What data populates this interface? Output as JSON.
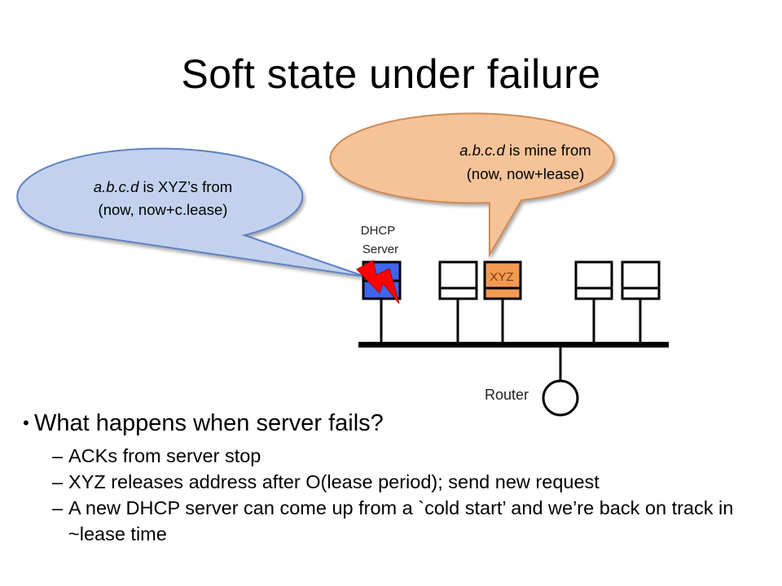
{
  "slide": {
    "title": "Soft state under failure"
  },
  "diagram": {
    "bubble_left": {
      "italic": "a.b.c.d",
      "line1_rest": " is XYZ’s from",
      "line2": "(now, now+c.lease)",
      "fill": "#c2d2ee",
      "stroke": "#5f82c3"
    },
    "bubble_right": {
      "italic": "a.b.c.d",
      "line1_rest": " is mine from",
      "line2": "(now, now+lease)",
      "fill": "#f6c398",
      "stroke": "#cf8a57"
    },
    "dhcp_label_1": "DHCP",
    "dhcp_label_2": "Server",
    "xyz_label": "XYZ",
    "router_label": "Router",
    "colors": {
      "server": "#3f65ee",
      "xyz": "#f39a52",
      "lightning": "#ff0000",
      "wire": "#000000"
    }
  },
  "bullets": {
    "main": "What happens when server fails?",
    "sub": [
      "ACKs from server stop",
      "XYZ releases address  after O(lease period); send new request",
      "A new DHCP server can come up from a `cold start’ and we’re back on track in ~lease time"
    ]
  }
}
